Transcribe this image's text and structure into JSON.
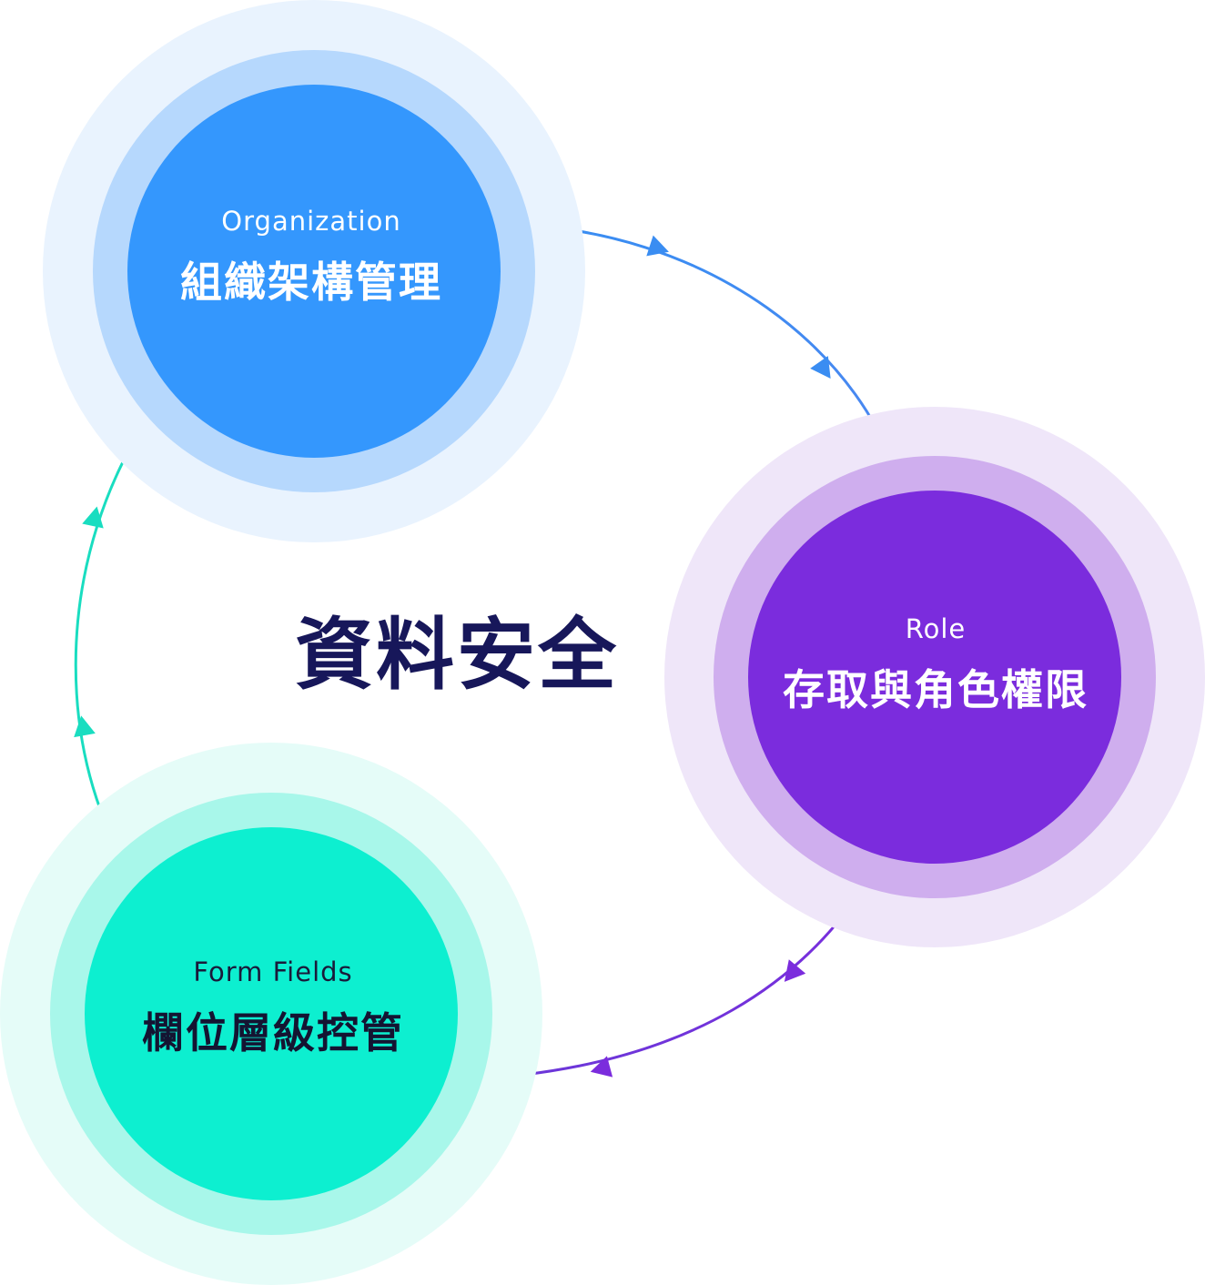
{
  "center_title": "資料安全",
  "nodes": {
    "organization": {
      "label_en": "Organization",
      "label_zh": "組織架構管理",
      "colors": {
        "core": "#3497FD",
        "mid": "#B6D8FD",
        "outer": "#E9F3FE"
      }
    },
    "role": {
      "label_en": "Role",
      "label_zh": "存取與角色權限",
      "colors": {
        "core": "#7B2CDD",
        "mid": "#CFAEEE",
        "outer": "#EFE6F9"
      }
    },
    "form_fields": {
      "label_en": "Form Fields",
      "label_zh": "欄位層級控管",
      "colors": {
        "core": "#0DEFD0",
        "mid": "#A8F7EA",
        "outer": "#E5FCF8"
      }
    }
  },
  "colors": {
    "title": "#17175A",
    "arrow_org_to_role": "#3A8DF2",
    "arrow_role_to_form": "#7B2CDD",
    "arrow_form_to_org": "#19DDC0"
  }
}
